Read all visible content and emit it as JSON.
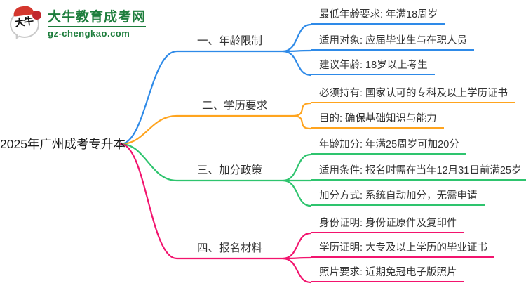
{
  "logo": {
    "icon_text": "大牛",
    "title": "大牛教育成考网",
    "domain": "gz-chengkao.com"
  },
  "root": {
    "label": "2025年广州成考专升本"
  },
  "colors": {
    "blue": "#2e8ae8",
    "orange": "#ffa41e",
    "green": "#2ec46e",
    "pink": "#f2146e",
    "brand_green": "#1d7d3c",
    "logo_red": "#d4372e",
    "text_dark": "#333333"
  },
  "branches": [
    {
      "id": "age-limit",
      "label": "一、年龄限制",
      "color": "blue",
      "leaves": [
        "最低年龄要求: 年满18周岁",
        "适用对象: 应届毕业生与在职人员",
        "建议年龄: 18岁以上考生"
      ]
    },
    {
      "id": "education-requirement",
      "label": "二、学历要求",
      "color": "orange",
      "leaves": [
        "必须持有: 国家认可的专科及以上学历证书",
        "目的: 确保基础知识与能力"
      ]
    },
    {
      "id": "bonus-policy",
      "label": "三、加分政策",
      "color": "green",
      "leaves": [
        "年龄加分: 年满25周岁可加20分",
        "适用条件: 报名时需在当年12月31日前满25岁",
        "加分方式: 系统自动加分，无需申请"
      ]
    },
    {
      "id": "registration-materials",
      "label": "四、报名材料",
      "color": "pink",
      "leaves": [
        "身份证明: 身份证原件及复印件",
        "学历证明: 大专及以上学历的毕业证书",
        "照片要求: 近期免冠电子版照片"
      ]
    }
  ]
}
